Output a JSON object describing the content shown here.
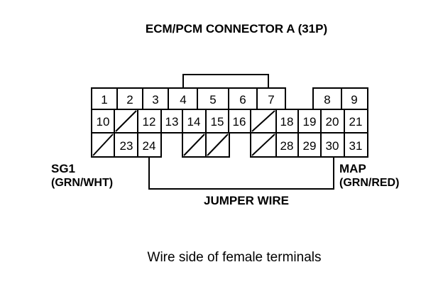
{
  "title": "ECM/PCM CONNECTOR A (31P)",
  "caption": "Wire side of female terminals",
  "labels": {
    "left_name": "SG1",
    "left_color": "(GRN/WHT)",
    "right_name": "MAP",
    "right_color": "(GRN/RED)",
    "jumper": "JUMPER WIRE"
  },
  "connector": {
    "row1": [
      "1",
      "2",
      "3",
      "4",
      "5",
      "6",
      "7",
      "8",
      "9"
    ],
    "row2": [
      "10",
      "/",
      "12",
      "13",
      "14",
      "15",
      "16",
      "/",
      "18",
      "19",
      "20",
      "21"
    ],
    "row3": [
      "/",
      "23",
      "24",
      "/",
      "/",
      "/",
      "28",
      "29",
      "30",
      "31"
    ]
  }
}
